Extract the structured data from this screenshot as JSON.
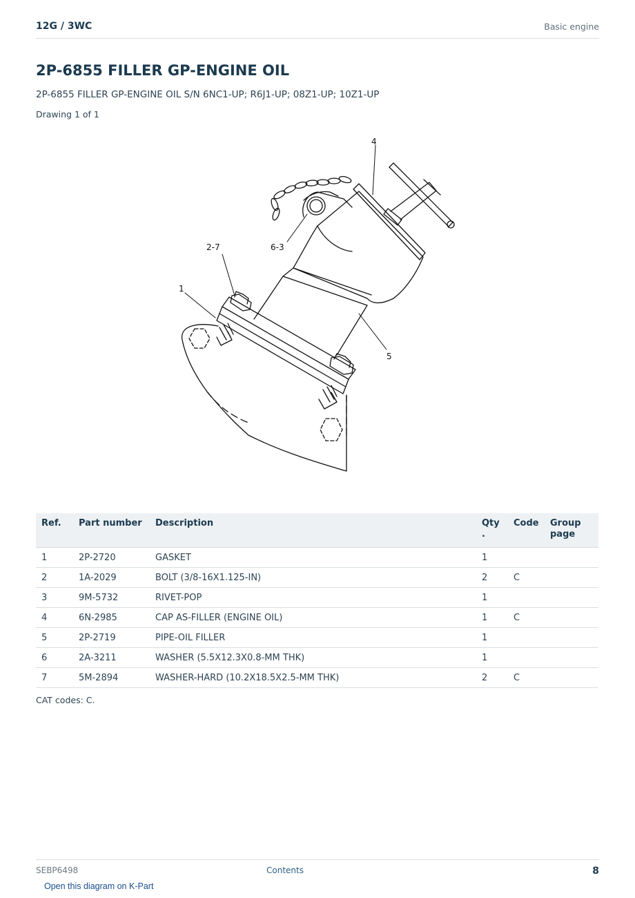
{
  "header": {
    "model": "12G  /  3WC",
    "section": "Basic engine"
  },
  "title": "2P-6855 FILLER GP-ENGINE OIL",
  "subtitle": "2P-6855 FILLER GP-ENGINE OIL S/N 6NC1-UP; R6J1-UP; 08Z1-UP; 10Z1-UP",
  "drawing_count": "Drawing 1 of 1",
  "diagram": {
    "callouts": [
      {
        "label": "4"
      },
      {
        "label": "2-7"
      },
      {
        "label": "6-3"
      },
      {
        "label": "1"
      },
      {
        "label": "5"
      }
    ]
  },
  "table": {
    "headers": {
      "ref": "Ref.",
      "part_number": "Part number",
      "description": "Description",
      "qty": "Qty\n.",
      "code": "Code",
      "group_page": "Group\npage"
    },
    "rows": [
      {
        "ref": "1",
        "part_number": "2P-2720",
        "description": "GASKET",
        "qty": "1",
        "code": ""
      },
      {
        "ref": "2",
        "part_number": "1A-2029",
        "description": "BOLT (3/8-16X1.125-IN)",
        "qty": "2",
        "code": "C"
      },
      {
        "ref": "3",
        "part_number": "9M-5732",
        "description": "RIVET-POP",
        "qty": "1",
        "code": ""
      },
      {
        "ref": "4",
        "part_number": "6N-2985",
        "description": "CAP AS-FILLER (ENGINE OIL)",
        "qty": "1",
        "code": "C"
      },
      {
        "ref": "5",
        "part_number": "2P-2719",
        "description": "PIPE-OIL FILLER",
        "qty": "1",
        "code": ""
      },
      {
        "ref": "6",
        "part_number": "2A-3211",
        "description": "WASHER (5.5X12.3X0.8-MM THK)",
        "qty": "1",
        "code": ""
      },
      {
        "ref": "7",
        "part_number": "5M-2894",
        "description": "WASHER-HARD (10.2X18.5X2.5-MM THK)",
        "qty": "2",
        "code": "C"
      }
    ]
  },
  "cat_codes": "CAT codes: C.",
  "footer": {
    "doc_number": "SEBP6498",
    "contents_link": "Contents",
    "page_number": "8"
  },
  "kpart_link": "Open this diagram on K-Part"
}
